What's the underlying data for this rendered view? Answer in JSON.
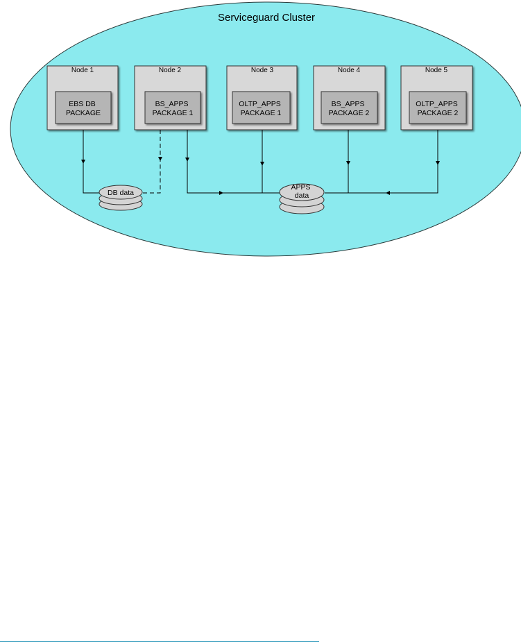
{
  "cluster": {
    "title": "Serviceguard Cluster",
    "fill_color": "#8beaee"
  },
  "nodes": [
    {
      "label": "Node 1",
      "package": [
        "EBS DB",
        "PACKAGE"
      ]
    },
    {
      "label": "Node 2",
      "package": [
        "BS_APPS",
        "PACKAGE 1"
      ]
    },
    {
      "label": "Node 3",
      "package": [
        "OLTP_APPS",
        "PACKAGE 1"
      ]
    },
    {
      "label": "Node 4",
      "package": [
        "BS_APPS",
        "PACKAGE 2"
      ]
    },
    {
      "label": "Node 5",
      "package": [
        "OLTP_APPS",
        "PACKAGE 2"
      ]
    }
  ],
  "disks": {
    "db": {
      "label": [
        "DB data"
      ]
    },
    "apps": {
      "label": [
        "APPS",
        "data"
      ]
    }
  },
  "colors": {
    "node_fill": "#d8d8d8",
    "package_fill": "#b5b5b5",
    "disk_fill": "#d4d4d4",
    "line": "#000000",
    "footer_rule": "#4aa6c4"
  }
}
